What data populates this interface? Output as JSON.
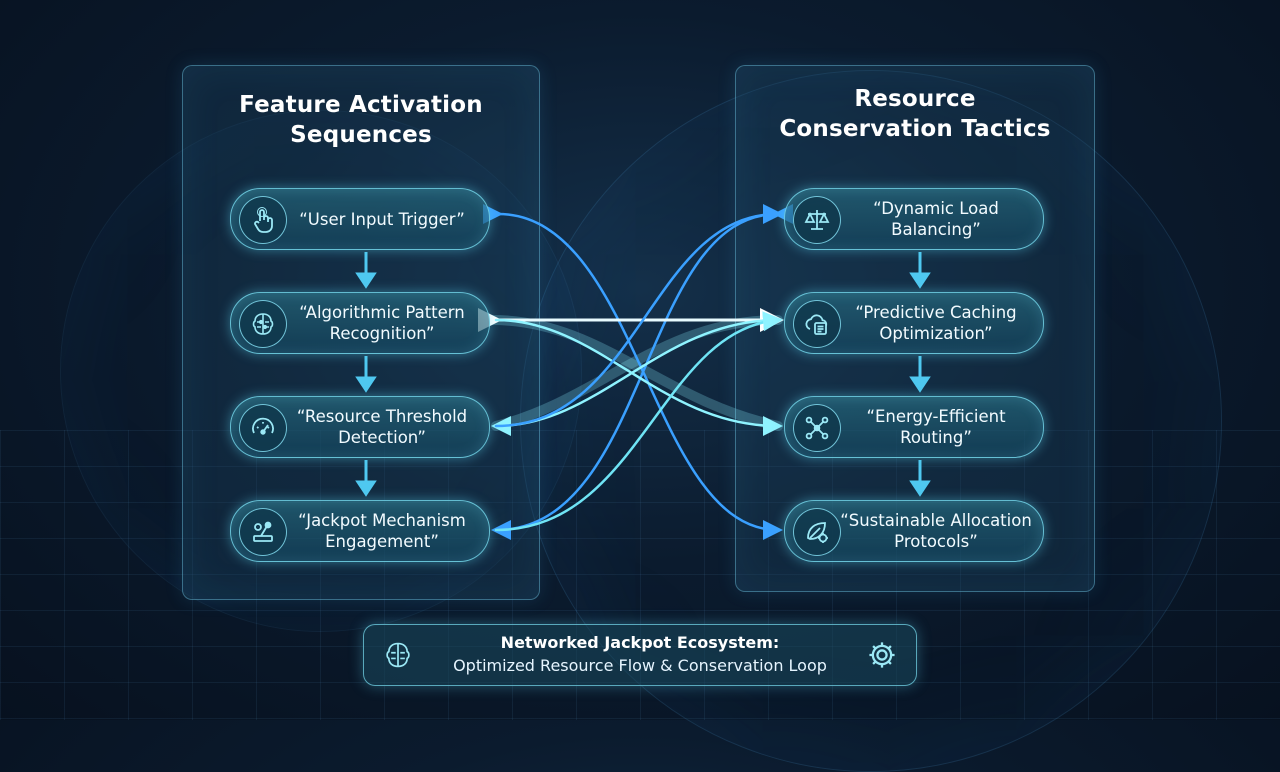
{
  "left_panel": {
    "title_line1": "Feature Activation",
    "title_line2": "Sequences",
    "nodes": [
      {
        "label": "“User Input Trigger”",
        "icon": "touch-hand-icon"
      },
      {
        "label": "“Algorithmic Pattern Recognition”",
        "icon": "brain-circuit-icon"
      },
      {
        "label": "“Resource Threshold Detection”",
        "icon": "gauge-icon"
      },
      {
        "label": "“Jackpot Mechanism Engagement”",
        "icon": "lever-icon"
      }
    ]
  },
  "right_panel": {
    "title_line1": "Resource",
    "title_line2": "Conservation Tactics",
    "nodes": [
      {
        "label": "“Dynamic Load Balancing”",
        "icon": "balance-scale-icon"
      },
      {
        "label": "“Predictive Caching Optimization”",
        "icon": "cloud-cache-icon"
      },
      {
        "label": "“Energy-Efficient Routing”",
        "icon": "network-routing-icon"
      },
      {
        "label": "“Sustainable Allocation Protocols”",
        "icon": "leaf-gear-icon"
      }
    ]
  },
  "footer": {
    "line1": "Networked Jackpot Ecosystem:",
    "line2": "Optimized Resource Flow & Conservation Loop",
    "left_icon": "brain-circuit-icon",
    "right_icon": "gear-icon"
  },
  "colors": {
    "accent": "#4fd8f0",
    "link_blue": "#3aa0ff",
    "link_cyan": "#7ff0ff",
    "background": "#0b1b2e"
  }
}
